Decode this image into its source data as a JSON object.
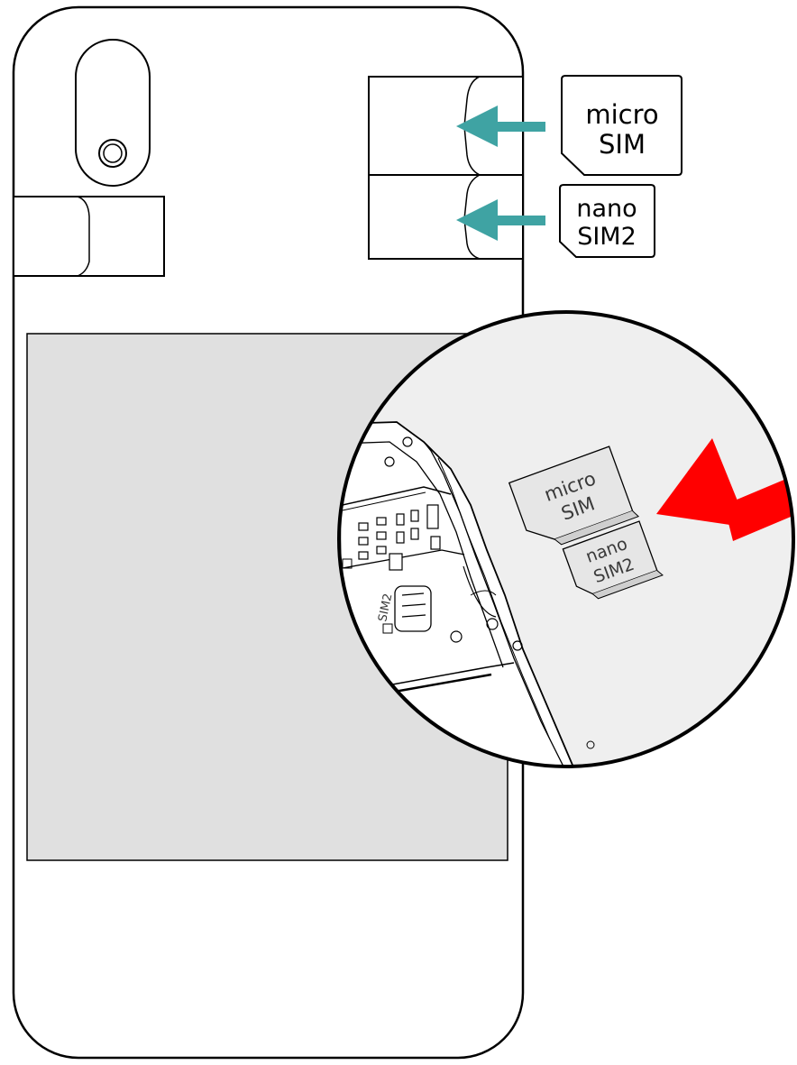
{
  "cards": {
    "micro": {
      "line1": "micro",
      "line2": "SIM"
    },
    "nano": {
      "line1": "nano",
      "line2": "SIM2"
    }
  },
  "zoom": {
    "micro_line1": "micro",
    "micro_line2": "SIM",
    "nano_line1": "nano",
    "nano_line2": "SIM2",
    "tray_label_sim2": "SIM2"
  },
  "colors": {
    "insert_arrow": "#3fa3a3",
    "zoom_arrow": "#ff0000",
    "battery_area": "#e0e0e0",
    "zoom_background": "#efefef"
  },
  "icons": {
    "arrow_micro": "arrow-left-icon",
    "arrow_nano": "arrow-left-icon",
    "zoom_arrow": "arrow-down-left-icon"
  }
}
